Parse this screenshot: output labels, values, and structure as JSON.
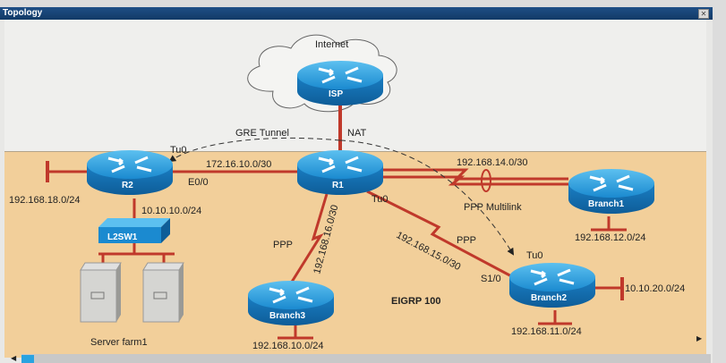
{
  "window": {
    "title": "Topology",
    "close_icon": "close-icon"
  },
  "diagram": {
    "cloud_label": "Internet",
    "routing_domain_label": "EIGRP 100",
    "devices": {
      "isp": "ISP",
      "r1": "R1",
      "r2": "R2",
      "branch1": "Branch1",
      "branch2": "Branch2",
      "branch3": "Branch3",
      "switch": "L2SW1",
      "server_farm": "Server farm1"
    },
    "links": {
      "gre_tunnel": "GRE Tunnel",
      "nat": "NAT",
      "r1_r2_subnet": "172.16.10.0/30",
      "r2_interface": "E0/0",
      "r2_tunnel": "Tu0",
      "r1_tunnel": "Tu0",
      "branch2_tunnel": "Tu0",
      "r2_lan": "192.168.18.0/24",
      "r2_switch_subnet": "10.10.10.0/24",
      "multilink_subnet": "192.168.14.0/30",
      "multilink_label": "PPP Multilink",
      "branch1_lan": "192.168.12.0/24",
      "r1_branch3_ppp": "PPP",
      "r1_branch3_subnet": "192.168.16.0/30",
      "r1_branch2_ppp": "PPP",
      "r1_branch2_subnet": "192.168.15.0/30",
      "branch2_interface": "S1/0",
      "branch2_lan_right": "10.10.20.0/24",
      "branch2_lan": "192.168.11.0/24",
      "branch3_lan": "192.168.10.0/24"
    }
  },
  "colors": {
    "titlebar": "#1e4f86",
    "zone": "#f2cf9a",
    "link": "#c0392b",
    "router": "#1f8fd0"
  }
}
